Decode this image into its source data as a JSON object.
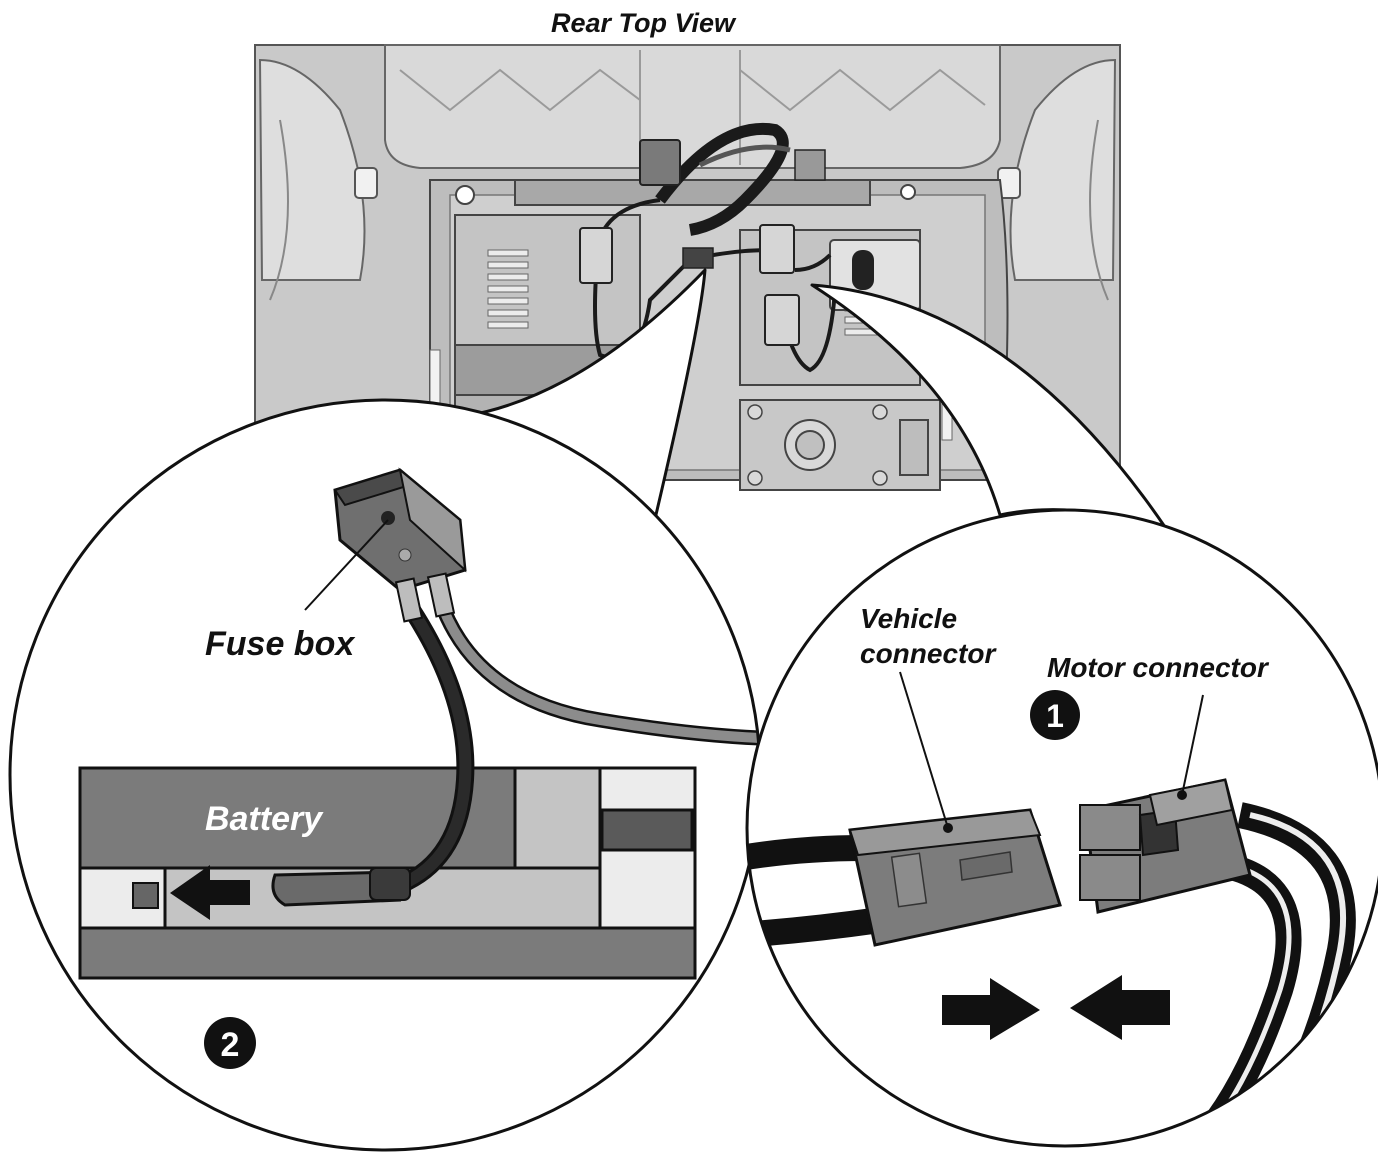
{
  "view_title": "Rear Top View",
  "labels": {
    "fuse_box": "Fuse box",
    "battery": "Battery",
    "vehicle_connector_line1": "Vehicle",
    "vehicle_connector_line2": "connector",
    "motor_connector": "Motor connector"
  },
  "steps": {
    "step_1": "1",
    "step_2": "2"
  },
  "colors": {
    "body_light": "#d4d4d4",
    "body_mid": "#b9b9b9",
    "body_dark": "#8a8a8a",
    "connector_gray": "#7c7c7c",
    "cable_black": "#1c1c1c",
    "outline": "#111111"
  }
}
